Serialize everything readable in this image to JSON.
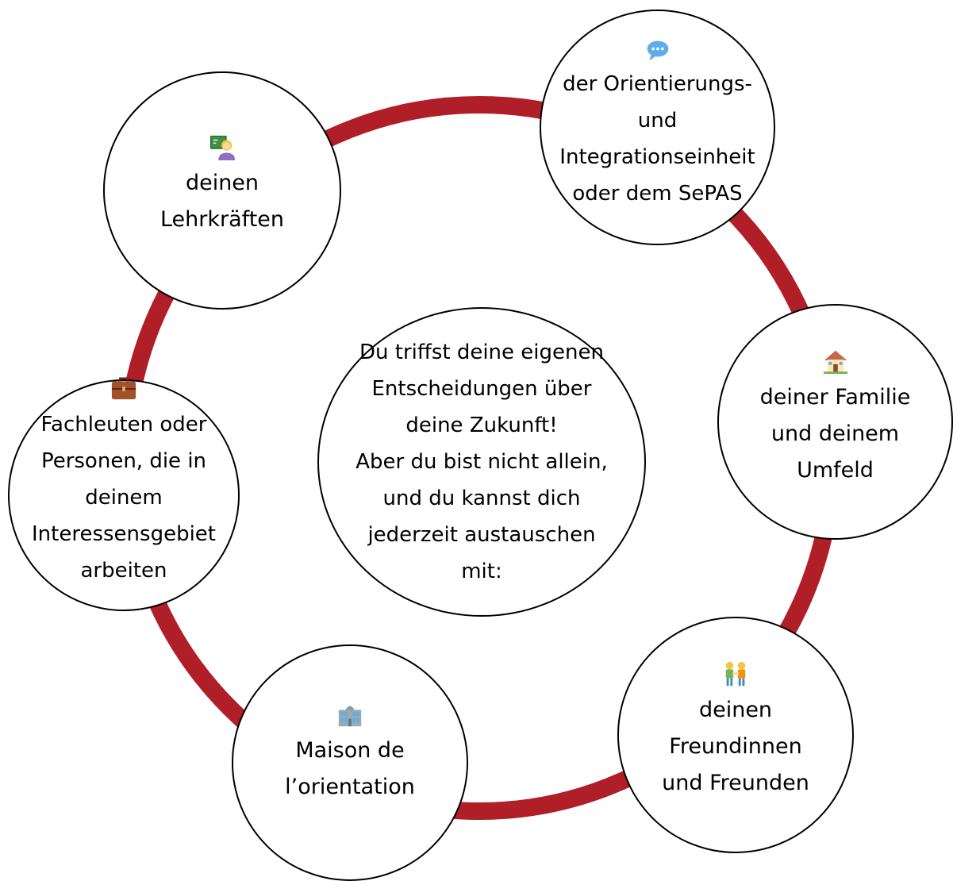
{
  "colors": {
    "ring": "#b01e28",
    "circle_border": "#000000",
    "circle_fill": "#ffffff",
    "text": "#000000"
  },
  "center": {
    "text": "Du triffst deine eigenen\nEntscheidungen über\ndeine Zukunft!\nAber du bist nicht allein,\nund du kannst dich\njederzeit austauschen\nmit:"
  },
  "nodes": [
    {
      "id": "teachers",
      "icon": "teacher-icon",
      "text": "deinen\nLehrkräften"
    },
    {
      "id": "orient",
      "icon": "speech-bubble-icon",
      "text": "der Orientierungs-\nund\nIntegrationseinheit\noder dem SePAS"
    },
    {
      "id": "family",
      "icon": "house-icon",
      "text": "deiner Familie\nund deinem\nUmfeld"
    },
    {
      "id": "friends",
      "icon": "friends-icon",
      "text": "deinen\nFreundinnen\nund Freunden"
    },
    {
      "id": "maison",
      "icon": "building-icon",
      "text": "Maison de\nl’orientation"
    },
    {
      "id": "experts",
      "icon": "briefcase-icon",
      "text": "Fachleuten oder\nPersonen, die in\ndeinem\nInteressensgebiet\narbeiten"
    }
  ]
}
